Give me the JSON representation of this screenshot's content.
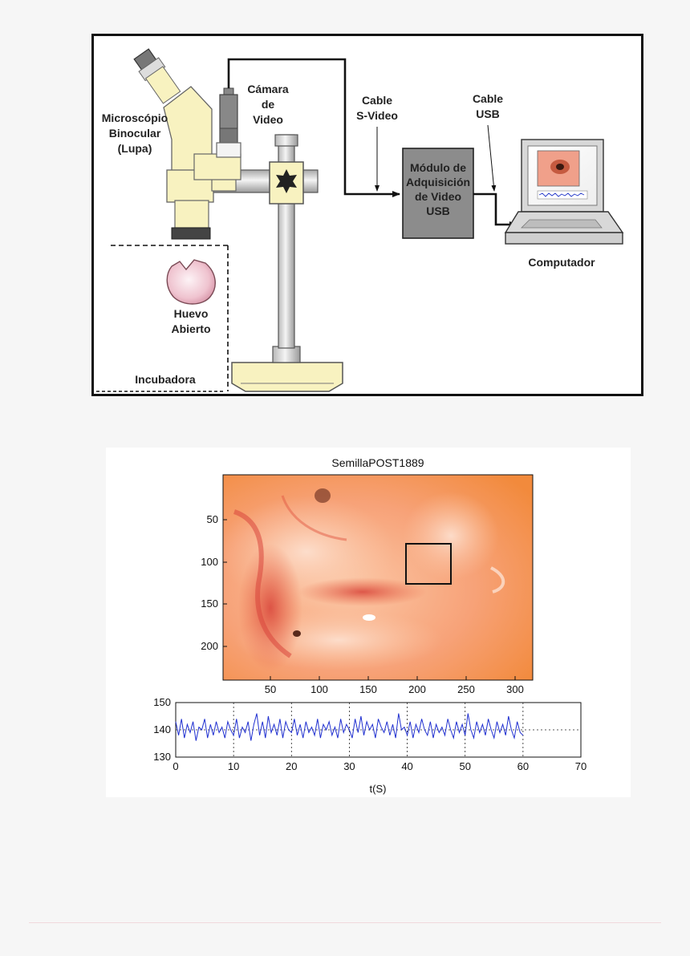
{
  "diagram": {
    "microscope_label": [
      "Microscópio",
      "Binocular",
      "(Lupa)"
    ],
    "camera_label": [
      "Cámara",
      "de",
      "Video"
    ],
    "svideo_label": [
      "Cable",
      "S-Video"
    ],
    "usb_cable_label": [
      "Cable",
      "USB"
    ],
    "module_label": [
      "Módulo de",
      "Adquisición",
      "de Video",
      "USB"
    ],
    "computer_label": "Computador",
    "egg_label": [
      "Huevo",
      "Abierto"
    ],
    "incubator_label": "Incubadora"
  },
  "figure": {
    "title": "SemillaPOST1889",
    "image_yticks": [
      "50",
      "100",
      "150",
      "200"
    ],
    "image_xticks": [
      "50",
      "100",
      "150",
      "200",
      "250",
      "300"
    ]
  },
  "chart_data": {
    "type": "line",
    "title": "",
    "xlabel": "t(S)",
    "ylabel": "",
    "xlim": [
      0,
      70
    ],
    "ylim": [
      130,
      150
    ],
    "xticks": [
      0,
      10,
      20,
      30,
      40,
      50,
      60,
      70
    ],
    "yticks": [
      130,
      140,
      150
    ],
    "grid": true,
    "series": [
      {
        "color": "#1f2fd0",
        "x": [
          0,
          0.5,
          1,
          1.5,
          2,
          2.5,
          3,
          3.5,
          4,
          4.5,
          5,
          5.5,
          6,
          6.5,
          7,
          7.5,
          8,
          8.5,
          9,
          9.5,
          10,
          10.5,
          11,
          11.5,
          12,
          12.5,
          13,
          13.5,
          14,
          14.5,
          15,
          15.5,
          16,
          16.5,
          17,
          17.5,
          18,
          18.5,
          19,
          19.5,
          20,
          20.5,
          21,
          21.5,
          22,
          22.5,
          23,
          23.5,
          24,
          24.5,
          25,
          25.5,
          26,
          26.5,
          27,
          27.5,
          28,
          28.5,
          29,
          29.5,
          30,
          30.5,
          31,
          31.5,
          32,
          32.5,
          33,
          33.5,
          34,
          34.5,
          35,
          35.5,
          36,
          36.5,
          37,
          37.5,
          38,
          38.5,
          39,
          39.5,
          40,
          40.5,
          41,
          41.5,
          42,
          42.5,
          43,
          43.5,
          44,
          44.5,
          45,
          45.5,
          46,
          46.5,
          47,
          47.5,
          48,
          48.5,
          49,
          49.5,
          50,
          50.5,
          51,
          51.5,
          52,
          52.5,
          53,
          53.5,
          54,
          54.5,
          55,
          55.5,
          56,
          56.5,
          57,
          57.5,
          58,
          58.5,
          59,
          59.5,
          60
        ],
        "y": [
          143,
          138,
          144,
          137,
          142,
          139,
          143,
          136,
          141,
          140,
          144,
          137,
          142,
          138,
          143,
          139,
          141,
          137,
          143,
          140,
          138,
          144,
          137,
          141,
          139,
          143,
          136,
          142,
          146,
          138,
          143,
          137,
          145,
          139,
          142,
          138,
          144,
          137,
          143,
          140,
          139,
          144,
          138,
          142,
          137,
          143,
          139,
          141,
          138,
          144,
          137,
          142,
          140,
          143,
          138,
          141,
          137,
          144,
          139,
          142,
          140,
          137,
          144,
          139,
          145,
          138,
          143,
          140,
          142,
          137,
          144,
          141,
          139,
          143,
          138,
          142,
          137,
          146,
          140,
          141,
          138,
          143,
          137,
          142,
          139,
          144,
          140,
          138,
          143,
          137,
          142,
          139,
          141,
          138,
          144,
          140,
          137,
          143,
          139,
          142,
          138,
          146,
          140,
          137,
          143,
          139,
          142,
          138,
          144,
          140,
          137,
          143,
          139,
          142,
          138,
          145,
          140,
          137,
          143,
          139,
          138
        ]
      }
    ]
  }
}
